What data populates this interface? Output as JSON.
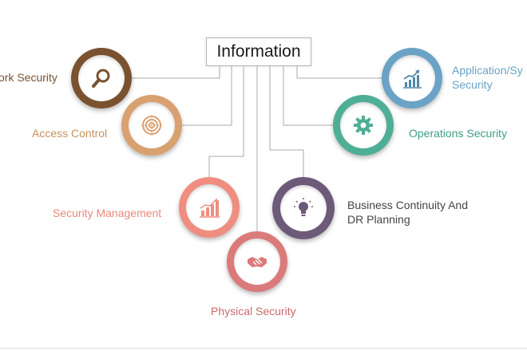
{
  "title": "Information",
  "colors": {
    "connector": "#a9a9a9",
    "network": "#7a5230",
    "access": "#d9a070",
    "management": "#ef8e80",
    "physical": "#db7a7a",
    "continuity": "#6d5a79",
    "operations": "#4fae96",
    "application": "#6aa3c6"
  },
  "nodes": [
    {
      "id": "network",
      "label": "ork Security",
      "icon": "magnifier-icon"
    },
    {
      "id": "access",
      "label": "Access Control",
      "icon": "target-icon"
    },
    {
      "id": "management",
      "label": "Security Management",
      "icon": "bar-chart-icon"
    },
    {
      "id": "physical",
      "label": "Physical Security",
      "icon": "handshake-icon"
    },
    {
      "id": "continuity",
      "label_line1": "Business Continuity And",
      "label_line2": "DR Planning",
      "icon": "lightbulb-icon"
    },
    {
      "id": "operations",
      "label": "Operations Security",
      "icon": "gear-icon"
    },
    {
      "id": "application",
      "label_line1": "Application/Sy",
      "label_line2": "Security",
      "icon": "growth-chart-icon"
    }
  ]
}
